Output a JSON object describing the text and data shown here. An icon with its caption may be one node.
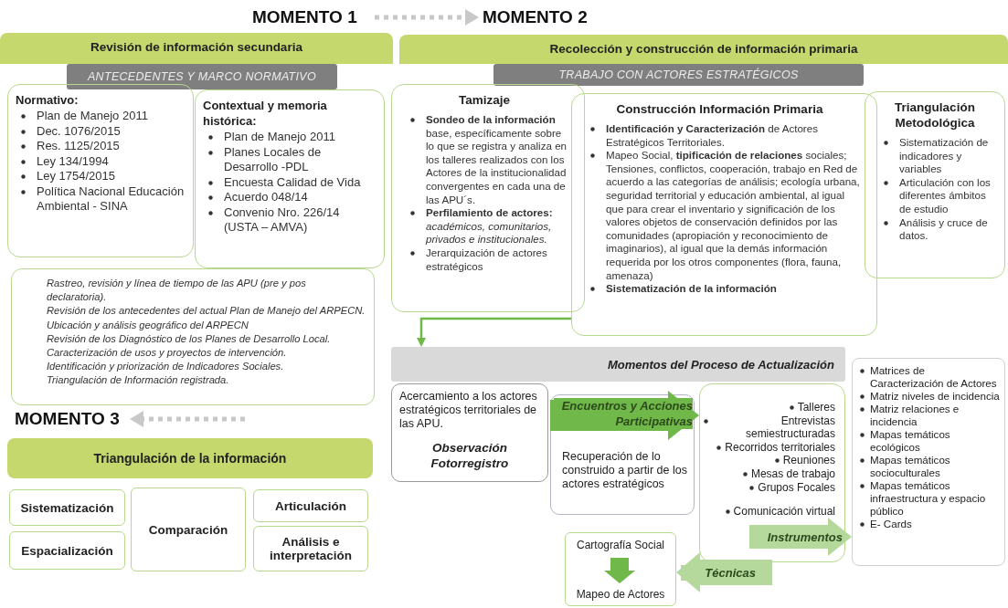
{
  "diagram": {
    "nodes": [
      {
        "text": [
          "MOMENTO 1"
        ]
      },
      {
        "text": [
          "MOMENTO 2"
        ]
      },
      {
        "text": [
          "Revisión de información secundaria"
        ]
      },
      {
        "text": [
          "ANTECEDENTES Y MARCO NORMATIVO"
        ]
      },
      {
        "text": [
          "Normativo:",
          "Plan de Manejo 2011",
          "Dec. 1076/2015",
          "Res. 1125/2015",
          "Ley 134/1994",
          "Ley 1754/2015",
          "Política Nacional Educación Ambiental - SINA"
        ]
      },
      {
        "text": [
          "Contextual y memoria histórica:",
          "Plan de Manejo 2011",
          "Planes Locales de Desarrollo -PDL",
          "Encuesta Calidad de Vida",
          "Acuerdo 048/14",
          "Convenio Nro. 226/14 (USTA – AMVA)"
        ]
      },
      {
        "text": [
          "Rastreo, revisión y línea de tiempo de las APU (pre y pos declaratoria).",
          "Revisión de los antecedentes del actual Plan de Manejo del ARPECN.",
          "Ubicación y análisis geográfico del ARPECN",
          "Revisión de los Diagnóstico de los Planes de Desarrollo Local.",
          "Caracterización de usos y proyectos de intervención.",
          "Identificación y priorización de Indicadores Sociales.",
          "Triangulación de Información registrada."
        ]
      },
      {
        "text": [
          "Recolección y construcción de información primaria"
        ]
      },
      {
        "text": [
          "TRABAJO CON ACTORES ESTRATÉGICOS"
        ]
      },
      {
        "text": [
          "Tamizaje",
          "**Sondeo de la información** base, específicamente sobre lo que se registra y analiza en los talleres realizados con los Actores de la institucionalidad convergentes en cada una de las APU´s.",
          "**Perfilamiento de actores:** *académicos, comunitarios, privados e institucionales.*",
          "Jerarquización de actores estratégicos"
        ]
      },
      {
        "text": [
          "Construcción Información Primaria",
          "**Identificación y Caracterización** de Actores Estratégicos Territoriales.",
          "Mapeo Social, **tipificación de relaciones** sociales; Tensiones, conflictos, cooperación, trabajo en Red de acuerdo a las categorías de análisis; ecología urbana, seguridad territorial y educación ambiental, al igual que para crear el inventario y significación de los valores objetos de conservación definidos por las comunidades (apropiación y reconocimiento de imaginarios), al igual que la demás información requerida por los otros componentes (flora, fauna, amenaza)",
          "**Sistematización de la información**"
        ]
      },
      {
        "text": [
          "Triangulación Metodológica",
          "Sistematización de indicadores y variables",
          "Articulación con los diferentes ámbitos de estudio",
          "Análisis y cruce de datos."
        ]
      },
      {
        "text": [
          "Momentos del Proceso de Actualización"
        ]
      },
      {
        "text": [
          "Acercamiento a los actores estratégicos territoriales de las APU.",
          "Observación Fotorregistro"
        ]
      },
      {
        "text": [
          "Recuperación de lo construido a partir de los actores estratégicos"
        ]
      },
      {
        "text": [
          "Talleres",
          "Entrevistas semiestructuradas",
          "Recorridos territoriales",
          "Reuniones",
          "Mesas de trabajo",
          "Grupos Focales",
          "Comunicación virtual"
        ]
      },
      {
        "text": [
          "Matrices de Caracterización de Actores",
          "Matriz niveles de incidencia",
          "Matriz relaciones e incidencia",
          "Mapas temáticos ecológicos",
          "Mapas temáticos socioculturales",
          "Mapas temáticos infraestructura y espacio público",
          "E- Cards"
        ]
      },
      {
        "text": [],
        "shape": "box"
      },
      {
        "text": [
          "Cartografía Social"
        ],
        "in": 17
      },
      {
        "text": [
          "Mapeo de Actores"
        ],
        "in": 17
      },
      {
        "text": [
          "MOMENTO 3"
        ]
      },
      {
        "text": [
          "Triangulación de la información"
        ]
      },
      {
        "text": [
          "Sistematización"
        ]
      },
      {
        "text": [
          "Comparación"
        ]
      },
      {
        "text": [
          "Articulación"
        ]
      },
      {
        "text": [
          "Espacialización"
        ]
      },
      {
        "text": [
          "Análisis e interpretación"
        ]
      }
    ],
    "edges": [
      {
        "from": 0,
        "to": 1,
        "arrow": "to",
        "style": "dashed",
        "color": "#c8c8c8"
      },
      {
        "from": null,
        "to": 20,
        "arrow": "to",
        "style": "dashed",
        "color": "#c8c8c8"
      },
      {
        "from": 10,
        "to": 12,
        "arrow": "to"
      },
      {
        "from": 14,
        "to": 15,
        "arrow": "to",
        "label": "Encuentros y Acciones Participativas"
      },
      {
        "from": 15,
        "to": 16,
        "arrow": "to",
        "color": "#b5d99c",
        "label": "Instrumentos"
      },
      {
        "from": 15,
        "to": 17,
        "arrow": "to",
        "color": "#b5d99c",
        "label": "Técnicas"
      },
      {
        "from": 18,
        "to": 19,
        "arrow": "to"
      }
    ]
  }
}
